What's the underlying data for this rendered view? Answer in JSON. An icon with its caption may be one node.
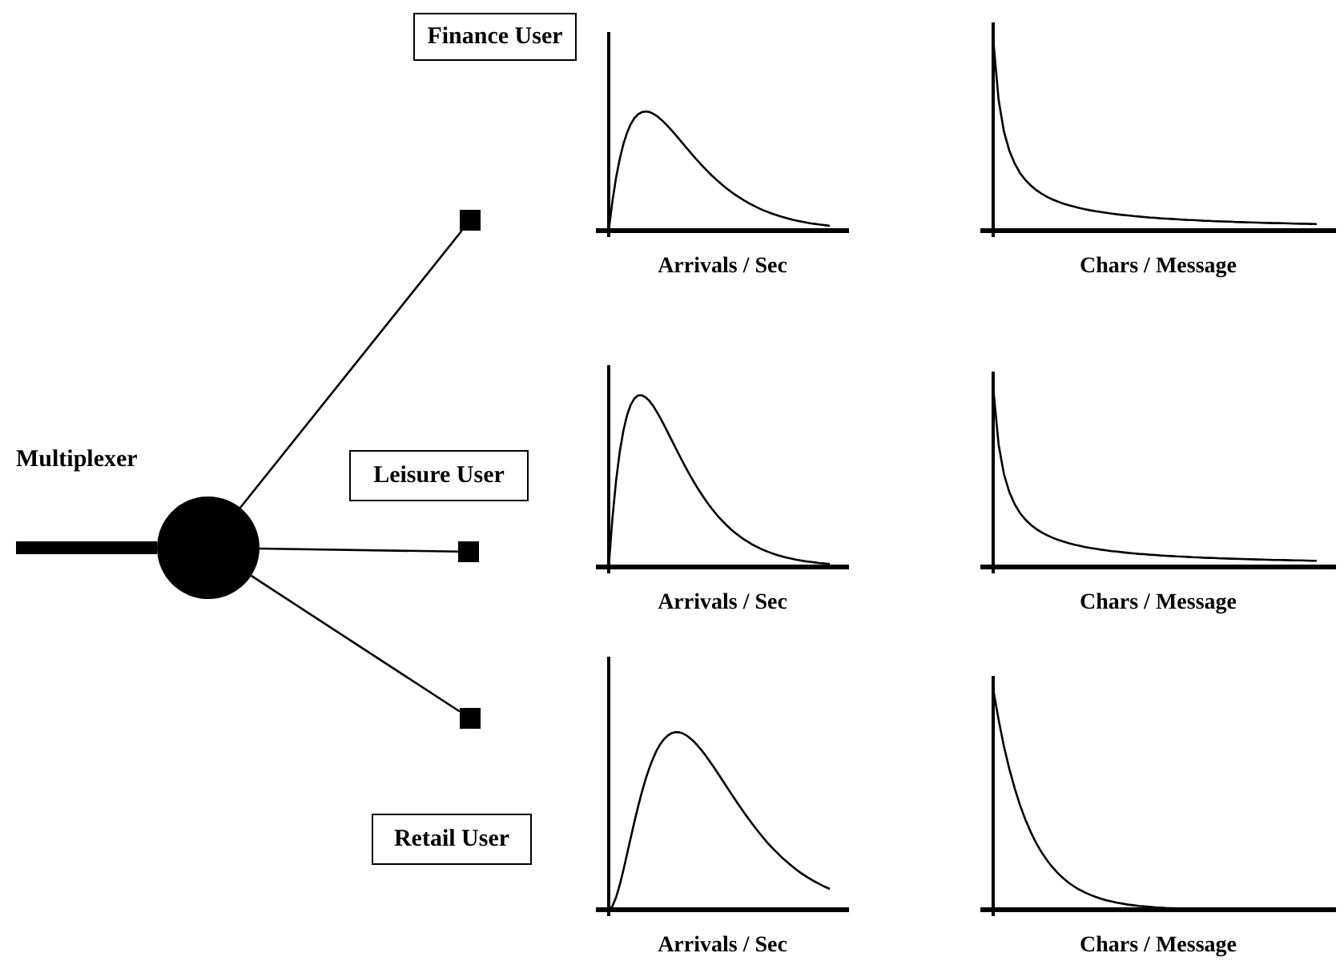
{
  "diagram": {
    "nodes": [
      {
        "text": [
          "Multiplexer"
        ]
      },
      {
        "text": [],
        "shape": "box"
      },
      {
        "text": [],
        "shape": "box"
      },
      {
        "text": [],
        "shape": "box"
      },
      {
        "text": [
          "Finance User"
        ]
      },
      {
        "text": [
          "Leisure User"
        ]
      },
      {
        "text": [
          "Retail User"
        ]
      }
    ],
    "edges": [
      {
        "from": null,
        "to": 0,
        "arrow": "none",
        "style": "thick"
      },
      {
        "from": 0,
        "to": 1,
        "arrow": "none"
      },
      {
        "from": 0,
        "to": 2,
        "arrow": "none"
      },
      {
        "from": 0,
        "to": 3,
        "arrow": "none"
      }
    ],
    "labels": [
      "Arrivals / Sec",
      "Chars / Message",
      "Arrivals / Sec",
      "Chars / Message",
      "Arrivals / Sec",
      "Chars / Message"
    ]
  }
}
